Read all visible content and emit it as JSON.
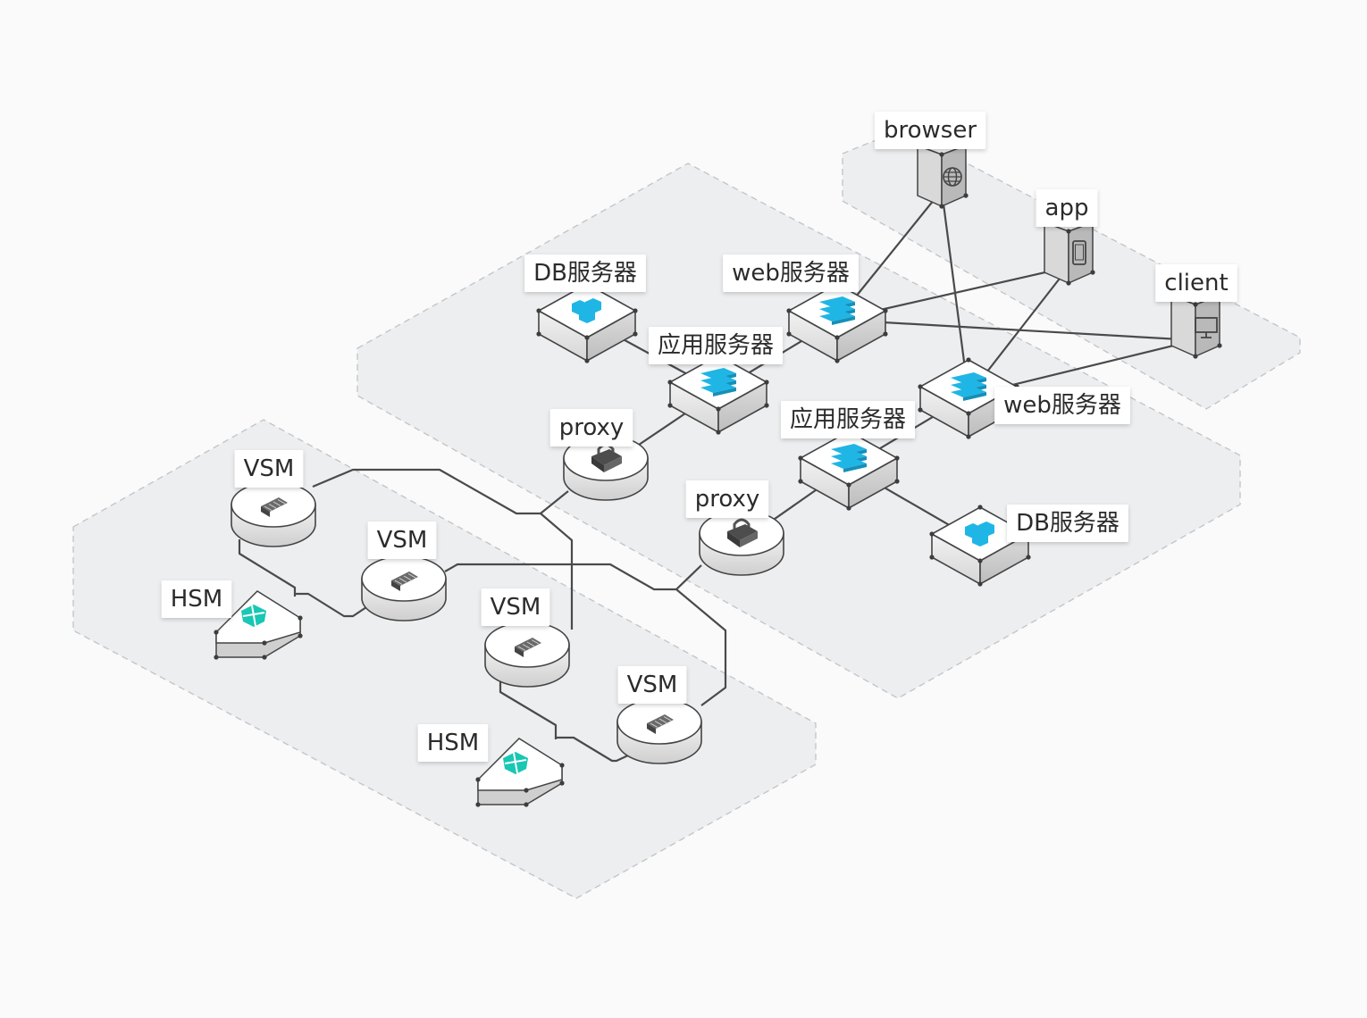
{
  "zones": [
    {
      "id": "client-zone"
    },
    {
      "id": "server-zone"
    },
    {
      "id": "security-zone"
    }
  ],
  "nodes": [
    {
      "id": "browser",
      "type": "tower",
      "label": "browser",
      "icon": "globe-icon"
    },
    {
      "id": "app",
      "type": "tower",
      "label": "app",
      "icon": "tablet-icon"
    },
    {
      "id": "client",
      "type": "tower",
      "label": "client",
      "icon": "monitor-icon"
    },
    {
      "id": "db-1",
      "type": "box",
      "label": "DB服务器",
      "icon": "database-icon"
    },
    {
      "id": "web-1",
      "type": "box",
      "label": "web服务器",
      "icon": "server-rack-icon"
    },
    {
      "id": "appsrv-1",
      "type": "box",
      "label": "应用服务器",
      "icon": "server-rack-icon"
    },
    {
      "id": "proxy-1",
      "type": "disk",
      "label": "proxy",
      "icon": "lock-icon"
    },
    {
      "id": "web-2",
      "type": "box",
      "label": "web服务器",
      "icon": "server-rack-icon"
    },
    {
      "id": "appsrv-2",
      "type": "box",
      "label": "应用服务器",
      "icon": "server-rack-icon"
    },
    {
      "id": "proxy-2",
      "type": "disk",
      "label": "proxy",
      "icon": "lock-icon"
    },
    {
      "id": "db-2",
      "type": "box",
      "label": "DB服务器",
      "icon": "database-icon"
    },
    {
      "id": "vsm-1",
      "type": "disk",
      "label": "VSM",
      "icon": "storage-icon"
    },
    {
      "id": "vsm-2",
      "type": "disk",
      "label": "VSM",
      "icon": "storage-icon"
    },
    {
      "id": "hsm-1",
      "type": "shield",
      "label": "HSM",
      "icon": "shield-icon"
    },
    {
      "id": "vsm-3",
      "type": "disk",
      "label": "VSM",
      "icon": "storage-icon"
    },
    {
      "id": "vsm-4",
      "type": "disk",
      "label": "VSM",
      "icon": "storage-icon"
    },
    {
      "id": "hsm-2",
      "type": "shield",
      "label": "HSM",
      "icon": "shield-icon"
    }
  ],
  "edges": [
    {
      "from": "browser",
      "to": "web-1"
    },
    {
      "from": "browser",
      "to": "web-2"
    },
    {
      "from": "app",
      "to": "web-1"
    },
    {
      "from": "app",
      "to": "web-2"
    },
    {
      "from": "client",
      "to": "web-1"
    },
    {
      "from": "client",
      "to": "web-2"
    },
    {
      "from": "db-1",
      "to": "appsrv-1"
    },
    {
      "from": "web-1",
      "to": "appsrv-1"
    },
    {
      "from": "appsrv-1",
      "to": "proxy-1"
    },
    {
      "from": "web-2",
      "to": "appsrv-2"
    },
    {
      "from": "appsrv-2",
      "to": "proxy-2"
    },
    {
      "from": "appsrv-2",
      "to": "db-2"
    },
    {
      "from": "proxy-1",
      "to": "vsm-3"
    },
    {
      "from": "proxy-1",
      "to": "vsm-1"
    },
    {
      "from": "proxy-2",
      "to": "vsm-2"
    },
    {
      "from": "proxy-2",
      "to": "vsm-4"
    },
    {
      "from": "vsm-1",
      "to": "hsm-1"
    },
    {
      "from": "vsm-2",
      "to": "hsm-1"
    },
    {
      "from": "vsm-3",
      "to": "hsm-2"
    },
    {
      "from": "vsm-4",
      "to": "hsm-2"
    }
  ],
  "colors": {
    "accent": "#1fb6e6",
    "hsm_accent": "#18c7b4",
    "zone_fill": "#eceef0",
    "zone_border": "#c3c6ca",
    "line": "#4a4a4a",
    "background": "#fafafa"
  }
}
